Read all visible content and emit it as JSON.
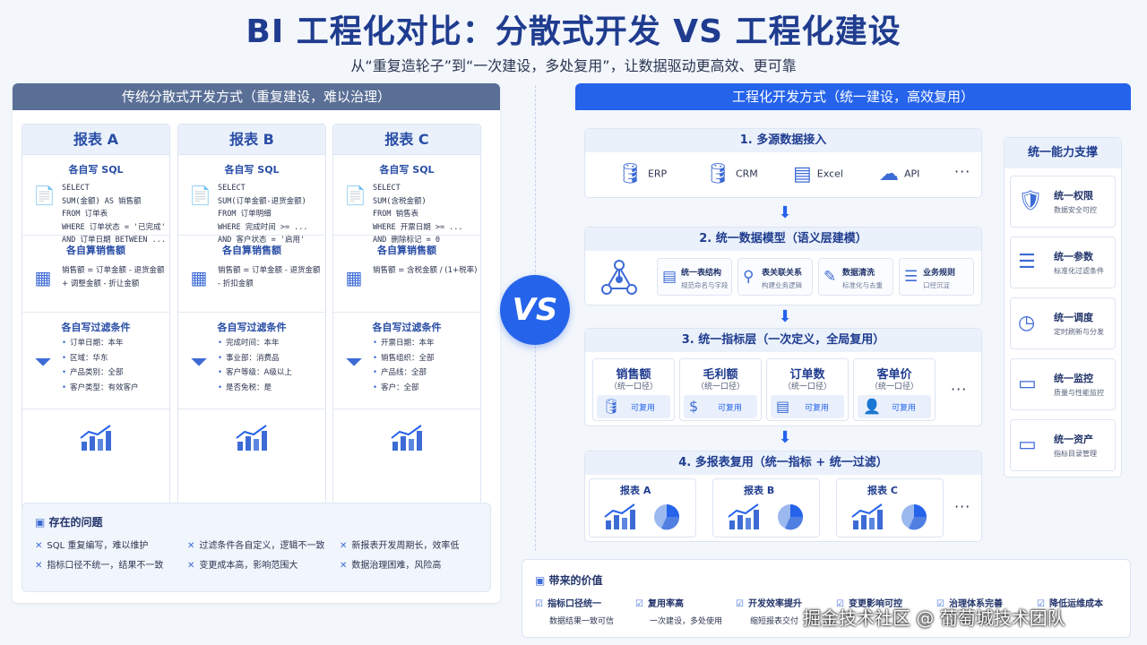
{
  "title": "BI 工程化对比：分散式开发 VS 工程化建设",
  "subtitle": "从“重复造轮子”到“一次建设，多处复用”，让数据驱动更高效、更可靠",
  "left": {
    "header": "传统分散式开发方式（重复建设，难以治理）",
    "reports": [
      {
        "name": "报表 A",
        "sql_title": "各自写 SQL",
        "sql": [
          "SELECT",
          "SUM(金额) AS 销售额",
          "FROM 订单表",
          "WHERE 订单状态 = '已完成'",
          "AND 订单日期 BETWEEN ..."
        ],
        "calc_title": "各自算销售额",
        "calc": [
          "销售额 = 订单金额 - 退货金额",
          "+ 调整金额 - 折让金额"
        ],
        "filter_title": "各自写过滤条件",
        "filters": [
          "订单日期：本年",
          "区域：华东",
          "产品类别：全部",
          "客户类型：有效客户"
        ]
      },
      {
        "name": "报表 B",
        "sql_title": "各自写 SQL",
        "sql": [
          "SELECT",
          "SUM(订单金额-退货金额)",
          "FROM 订单明细",
          "WHERE 完成时间 >= ...",
          "AND 客户状态 = '启用'"
        ],
        "calc_title": "各自算销售额",
        "calc": [
          "销售额 = 订单金额 - 退货金额",
          "- 折扣金额"
        ],
        "filter_title": "各自写过滤条件",
        "filters": [
          "完成时间：本年",
          "事业部：消费品",
          "客户等级：A级以上",
          "是否免税：是"
        ]
      },
      {
        "name": "报表 C",
        "sql_title": "各自写 SQL",
        "sql": [
          "SELECT",
          "SUM(含税金额)",
          "FROM 销售表",
          "WHERE 开票日期 >= ...",
          "AND 删除标记 = 0"
        ],
        "calc_title": "各自算销售额",
        "calc": [
          "销售额 = 含税金额 / (1+税率)"
        ],
        "filter_title": "各自写过滤条件",
        "filters": [
          "开票日期：本年",
          "销售组织：全部",
          "产品线：全部",
          "客户：全部"
        ]
      }
    ],
    "issues_title": "存在的问题",
    "issues": [
      "SQL 重复编写，难以维护",
      "过滤条件各自定义，逻辑不一致",
      "新报表开发周期长，效率低",
      "指标口径不统一，结果不一致",
      "变更成本高，影响范围大",
      "数据治理困难，风险高"
    ]
  },
  "vs": "VS",
  "right": {
    "header": "工程化开发方式（统一建设，高效复用）",
    "stage1": {
      "title": "1. 多源数据接入",
      "sources": [
        "ERP",
        "CRM",
        "Excel",
        "API"
      ],
      "more": "···"
    },
    "stage2": {
      "title": "2. 统一数据模型（语义层建模）",
      "items": [
        {
          "t": "统一表结构",
          "d": "规范命名与字段"
        },
        {
          "t": "表关联关系",
          "d": "构建业务逻辑"
        },
        {
          "t": "数据清洗",
          "d": "标准化与去重"
        },
        {
          "t": "业务规则",
          "d": "口径沉淀"
        }
      ]
    },
    "stage3": {
      "title": "3. 统一指标层（一次定义，全局复用）",
      "metrics": [
        {
          "n": "销售额",
          "s": "（统一口径）",
          "r": "可复用"
        },
        {
          "n": "毛利额",
          "s": "（统一口径）",
          "r": "可复用"
        },
        {
          "n": "订单数",
          "s": "（统一口径）",
          "r": "可复用"
        },
        {
          "n": "客单价",
          "s": "（统一口径）",
          "r": "可复用"
        }
      ],
      "more": "···"
    },
    "stage4": {
      "title": "4. 多报表复用（统一指标 + 统一过滤）",
      "reports": [
        "报表 A",
        "报表 B",
        "报表 C"
      ],
      "more": "···"
    },
    "side": {
      "title": "统一能力支撑",
      "items": [
        {
          "t": "统一权限",
          "d": "数据安全可控"
        },
        {
          "t": "统一参数",
          "d": "标准化过滤条件"
        },
        {
          "t": "统一调度",
          "d": "定时刷新与分发"
        },
        {
          "t": "统一监控",
          "d": "质量与性能监控"
        },
        {
          "t": "统一资产",
          "d": "指标目录管理"
        }
      ]
    },
    "value": {
      "title": "带来的价值",
      "items": [
        {
          "h": "指标口径统一",
          "d": "数据结果一致可信"
        },
        {
          "h": "复用率高",
          "d": "一次建设，多处使用"
        },
        {
          "h": "开发效率提升",
          "d": "缩短报表交付"
        },
        {
          "h": "变更影响可控",
          "d": ""
        },
        {
          "h": "治理体系完善",
          "d": ""
        },
        {
          "h": "降低运维成本",
          "d": ""
        }
      ]
    }
  },
  "watermark": "掘金技术社区 @ 葡萄城技术团队"
}
